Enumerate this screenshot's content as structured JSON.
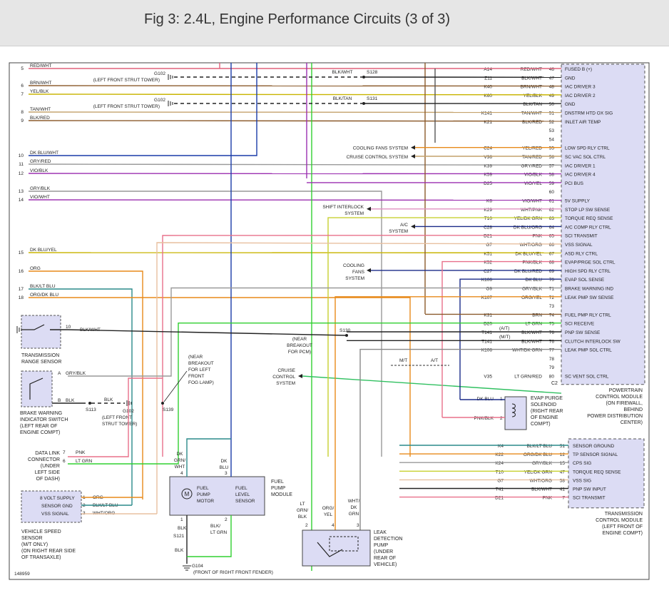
{
  "header": {
    "title": "Fig 3: 2.4L, Engine Performance Circuits (3 of 3)"
  },
  "figure_number": "148959",
  "colors": {
    "red_wht": "#e0607a",
    "brn": "#8b5a2b",
    "yel_blk": "#c8b400",
    "tan": "#c4a26c",
    "blu": "#1a3ca8",
    "gry": "#999999",
    "vio": "#9b2fb0",
    "org": "#e88a1a",
    "pnk": "#e8708a",
    "lt_grn": "#30d030",
    "dk_blu": "#1a2a88",
    "blk": "#222222",
    "pcm_box": "#dcdcf4",
    "tcm_box": "#dcdcf4"
  },
  "pcm": {
    "label": [
      "POWERTRAIN",
      "CONTROL MODULE",
      "(ON FIREWALL,",
      "BEHIND",
      "POWER DISTRIBUTION",
      "CENTER)"
    ],
    "pins": [
      {
        "num": "46",
        "circuit": "A14",
        "color_code": "RED/WHT",
        "function": "FUSED B (+)"
      },
      {
        "num": "47",
        "circuit": "Z11",
        "color_code": "BLK/WHT",
        "function": "GND"
      },
      {
        "num": "48",
        "circuit": "K40",
        "color_code": "BRN/WHT",
        "function": "IAC DRIVER 3"
      },
      {
        "num": "49",
        "circuit": "K60",
        "color_code": "YEL/BLK",
        "function": "IAC DRIVER 2"
      },
      {
        "num": "50",
        "circuit": "",
        "color_code": "BLK/TAN",
        "function": "GND"
      },
      {
        "num": "51",
        "circuit": "K141",
        "color_code": "TAN/WHT",
        "function": "DNSTRM HTD OX SIG"
      },
      {
        "num": "52",
        "circuit": "K21",
        "color_code": "BLK/RED",
        "function": "INLET AIR TEMP"
      },
      {
        "num": "53",
        "circuit": "",
        "color_code": "",
        "function": ""
      },
      {
        "num": "54",
        "circuit": "",
        "color_code": "",
        "function": ""
      },
      {
        "num": "55",
        "circuit": "C24",
        "color_code": "YEL/RED",
        "function": "LOW SPD RLY CTRL"
      },
      {
        "num": "56",
        "circuit": "V36",
        "color_code": "TAN/RED",
        "function": "SC VAC SOL CTRL"
      },
      {
        "num": "57",
        "circuit": "K39",
        "color_code": "GRY/RED",
        "function": "IAC DRIVER 1"
      },
      {
        "num": "58",
        "circuit": "K59",
        "color_code": "VIO/BLK",
        "function": "IAC DRIVER 4"
      },
      {
        "num": "59",
        "circuit": "D25",
        "color_code": "VIO/YEL",
        "function": "PCI BUS"
      },
      {
        "num": "60",
        "circuit": "",
        "color_code": "",
        "function": ""
      },
      {
        "num": "61",
        "circuit": "K6",
        "color_code": "VIO/WHT",
        "function": "5V SUPPLY"
      },
      {
        "num": "62",
        "circuit": "K29",
        "color_code": "WHT/PNK",
        "function": "STOP LP SW SENSE"
      },
      {
        "num": "63",
        "circuit": "T10",
        "color_code": "YEL/DK GRN",
        "function": "TORQUE REQ SENSE"
      },
      {
        "num": "64",
        "circuit": "C28",
        "color_code": "DK BLU/ORG",
        "function": "A/C COMP RLY CTRL"
      },
      {
        "num": "65",
        "circuit": "D21",
        "color_code": "PNK",
        "function": "SCI TRANSMIT"
      },
      {
        "num": "66",
        "circuit": "G7",
        "color_code": "WHT/ORG",
        "function": "VSS SIGNAL"
      },
      {
        "num": "67",
        "circuit": "K51",
        "color_code": "DK BLU/YEL",
        "function": "ASD RLY CTRL"
      },
      {
        "num": "68",
        "circuit": "K52",
        "color_code": "PNK/BLK",
        "function": "EVAP/PRGE SOL CTRL"
      },
      {
        "num": "69",
        "circuit": "C27",
        "color_code": "DK BLU/RED",
        "function": "HIGH SPD RLY CTRL"
      },
      {
        "num": "70",
        "circuit": "K106",
        "color_code": "DK BLU",
        "function": "EVAP SOL SENSE"
      },
      {
        "num": "71",
        "circuit": "G9",
        "color_code": "GRY/BLK",
        "function": "BRAKE WARNING IND"
      },
      {
        "num": "72",
        "circuit": "K107",
        "color_code": "ORG/YEL",
        "function": "LEAK PMP SW SENSE"
      },
      {
        "num": "73",
        "circuit": "",
        "color_code": "",
        "function": ""
      },
      {
        "num": "74",
        "circuit": "K31",
        "color_code": "BRN",
        "function": "FUEL PMP RLY CTRL"
      },
      {
        "num": "75",
        "circuit": "D20",
        "color_code": "LT GRN",
        "function": "SCI RECEIVE"
      },
      {
        "num": "76",
        "circuit": "T141",
        "color_code": "BLK/WHT",
        "function": "PNP SW SENSE"
      },
      {
        "num": "76",
        "circuit": "T141",
        "color_code": "BLK/WHT",
        "function": "CLUTCH INTERLOCK SW"
      },
      {
        "num": "77",
        "circuit": "K106",
        "color_code": "WHT/DK GRN",
        "function": "LEAK PMP SOL CTRL"
      },
      {
        "num": "78",
        "circuit": "",
        "color_code": "",
        "function": ""
      },
      {
        "num": "79",
        "circuit": "",
        "color_code": "",
        "function": ""
      },
      {
        "num": "80",
        "circuit": "V35",
        "color_code": "LT GRN/RED",
        "function": "SC VENT SOL CTRL"
      }
    ],
    "trans_tags": [
      "(A/T)",
      "(M/T)"
    ],
    "c2_label": "C2"
  },
  "tcm": {
    "label": [
      "TRANSMISSION",
      "CONTROL MODULE",
      "(LEFT FRONT OF",
      "ENGINE COMPT)"
    ],
    "pins": [
      {
        "num": "51",
        "circuit": "K4",
        "color_code": "BLK/LT BLU",
        "function": "SENSOR GROUND"
      },
      {
        "num": "12",
        "circuit": "K22",
        "color_code": "ORG/DK BLU",
        "function": "TP SENSOR SIGNAL"
      },
      {
        "num": "15",
        "circuit": "K24",
        "color_code": "GRY/BLK",
        "function": "CPS SIG"
      },
      {
        "num": "47",
        "circuit": "T10",
        "color_code": "YEL/DK GRN",
        "function": "TORQUE REQ SENSE"
      },
      {
        "num": "58",
        "circuit": "G7",
        "color_code": "WHT/ORG",
        "function": "VSS SIG"
      },
      {
        "num": "41",
        "circuit": "T41",
        "color_code": "BLK/WHT",
        "function": "PNP SW INPUT"
      },
      {
        "num": "7",
        "circuit": "D21",
        "color_code": "PNK",
        "function": "SCI TRANSMIT"
      }
    ]
  },
  "left_wires": [
    {
      "num": "5",
      "label": "RED/WHT"
    },
    {
      "num": "6",
      "label": "BRN/WHT"
    },
    {
      "num": "7",
      "label": "YEL/BLK"
    },
    {
      "num": "8",
      "label": "TAN/WHT"
    },
    {
      "num": "9",
      "label": "BLK/RED"
    },
    {
      "num": "10",
      "label": "DK BLU/WHT"
    },
    {
      "num": "11",
      "label": "GRY/RED"
    },
    {
      "num": "12",
      "label": "VIO/BLK"
    },
    {
      "num": "13",
      "label": "GRY/BLK"
    },
    {
      "num": "14",
      "label": "VIO/WHT"
    },
    {
      "num": "15",
      "label": "DK BLU/YEL"
    },
    {
      "num": "16",
      "label": "ORG"
    },
    {
      "num": "17",
      "label": "BLK/LT BLU"
    },
    {
      "num": "18",
      "label": "ORG/DK BLU"
    }
  ],
  "grounds": [
    {
      "id": "G102",
      "desc": "(LEFT FRONT STRUT TOWER)",
      "wire": "BLK/WHT",
      "splice": "S128"
    },
    {
      "id": "G102",
      "desc": "(LEFT FRONT STRUT TOWER)",
      "wire": "BLK/TAN",
      "splice": "S131"
    }
  ],
  "systems": {
    "cooling_fans": "COOLING FANS SYSTEM",
    "cruise": "CRUISE CONTROL SYSTEM",
    "shift_interlock": [
      "SHIFT INTERLOCK",
      "SYSTEM"
    ],
    "ac": [
      "A/C",
      "SYSTEM"
    ],
    "cooling_fans2": [
      "COOLING",
      "FANS",
      "SYSTEM"
    ],
    "cruise2": [
      "CRUISE",
      "CONTROL",
      "SYSTEM"
    ]
  },
  "components": {
    "trs": {
      "label": [
        "TRANSMISSION",
        "RANGE SENSOR"
      ],
      "pin": "10",
      "wire": "BLK/WHT"
    },
    "brake": {
      "label": [
        "BRAKE WARNING",
        "INDICATOR SWITCH",
        "(LEFT REAR OF",
        "ENGINE COMPT)"
      ],
      "pinA": "A",
      "wireA": "GRY/BLK",
      "pinB": "B",
      "wireB": "BLK",
      "splice": "S113",
      "wireC": "BLK",
      "ground": "G102",
      "ground_desc": [
        "(LEFT FRONT",
        "STRUT TOWER)"
      ]
    },
    "dlc": {
      "label": [
        "DATA LINK",
        "CONNECTOR",
        "(UNDER",
        "LEFT SIDE",
        "OF DASH)"
      ],
      "pin7": "7",
      "wire7": "PNK",
      "pin6": "6",
      "wire6": "LT GRN"
    },
    "vss": {
      "label": [
        "VEHICLE SPEED",
        "SENSOR",
        "(M/T ONLY)",
        "(ON RIGHT REAR SIDE",
        "OF TRANSAXLE)"
      ],
      "rows": [
        "8 VOLT SUPPLY",
        "SENSOR GND",
        "VSS SIGNAL"
      ],
      "pins": [
        "1",
        "2",
        "3"
      ],
      "wires": [
        "ORG",
        "BLK/LT BLU",
        "WHT/ORG"
      ]
    },
    "s139": {
      "id": "S139",
      "note": [
        "(NEAR",
        "BREAKOUT",
        "FOR LEFT",
        "FRONT",
        "FOG LAMP)"
      ]
    },
    "s130": {
      "id": "S130",
      "note": [
        "(NEAR",
        "BREAKOUT",
        "FOR PCM)"
      ]
    },
    "fuel_pump": {
      "label": [
        "FUEL",
        "PUMP",
        "MODULE"
      ],
      "motor": [
        "FUEL",
        "PUMP",
        "MOTOR"
      ],
      "sensor": [
        "FUEL",
        "LEVEL",
        "SENSOR"
      ],
      "pin4": "4",
      "pin3": "3",
      "pin1": "1",
      "pin2": "2",
      "wire4": [
        "DK",
        "GRN/",
        "WHT"
      ],
      "wire3": [
        "DK",
        "BLU"
      ],
      "wire1": "BLK",
      "wire2": [
        "BLK/",
        "LT GRN"
      ],
      "splice": "S121",
      "wire_s": "BLK",
      "ground": "G104",
      "ground_desc": "(FRONT OF RIGHT FRONT FENDER)"
    },
    "leak_pump": {
      "label": [
        "LEAK",
        "DETECTION",
        "PUMP",
        "(UNDER",
        "REAR OF",
        "VEHICLE)"
      ],
      "pins": [
        "2",
        "4",
        "3"
      ],
      "wires": [
        [
          "LT",
          "GRN/",
          "BLK"
        ],
        [
          "ORG/",
          "YEL"
        ],
        [
          "WHT/",
          "DK",
          "GRN"
        ]
      ]
    },
    "evap": {
      "label": [
        "EVAP PURGE",
        "SOLENOID",
        "(RIGHT REAR",
        "OF ENGINE",
        "COMPT)"
      ],
      "pin1": "1",
      "pin2": "2",
      "wire1": "DK BLU",
      "wire2": "PNK/BLK"
    },
    "mt_at": [
      "M/T",
      "A/T"
    ]
  }
}
